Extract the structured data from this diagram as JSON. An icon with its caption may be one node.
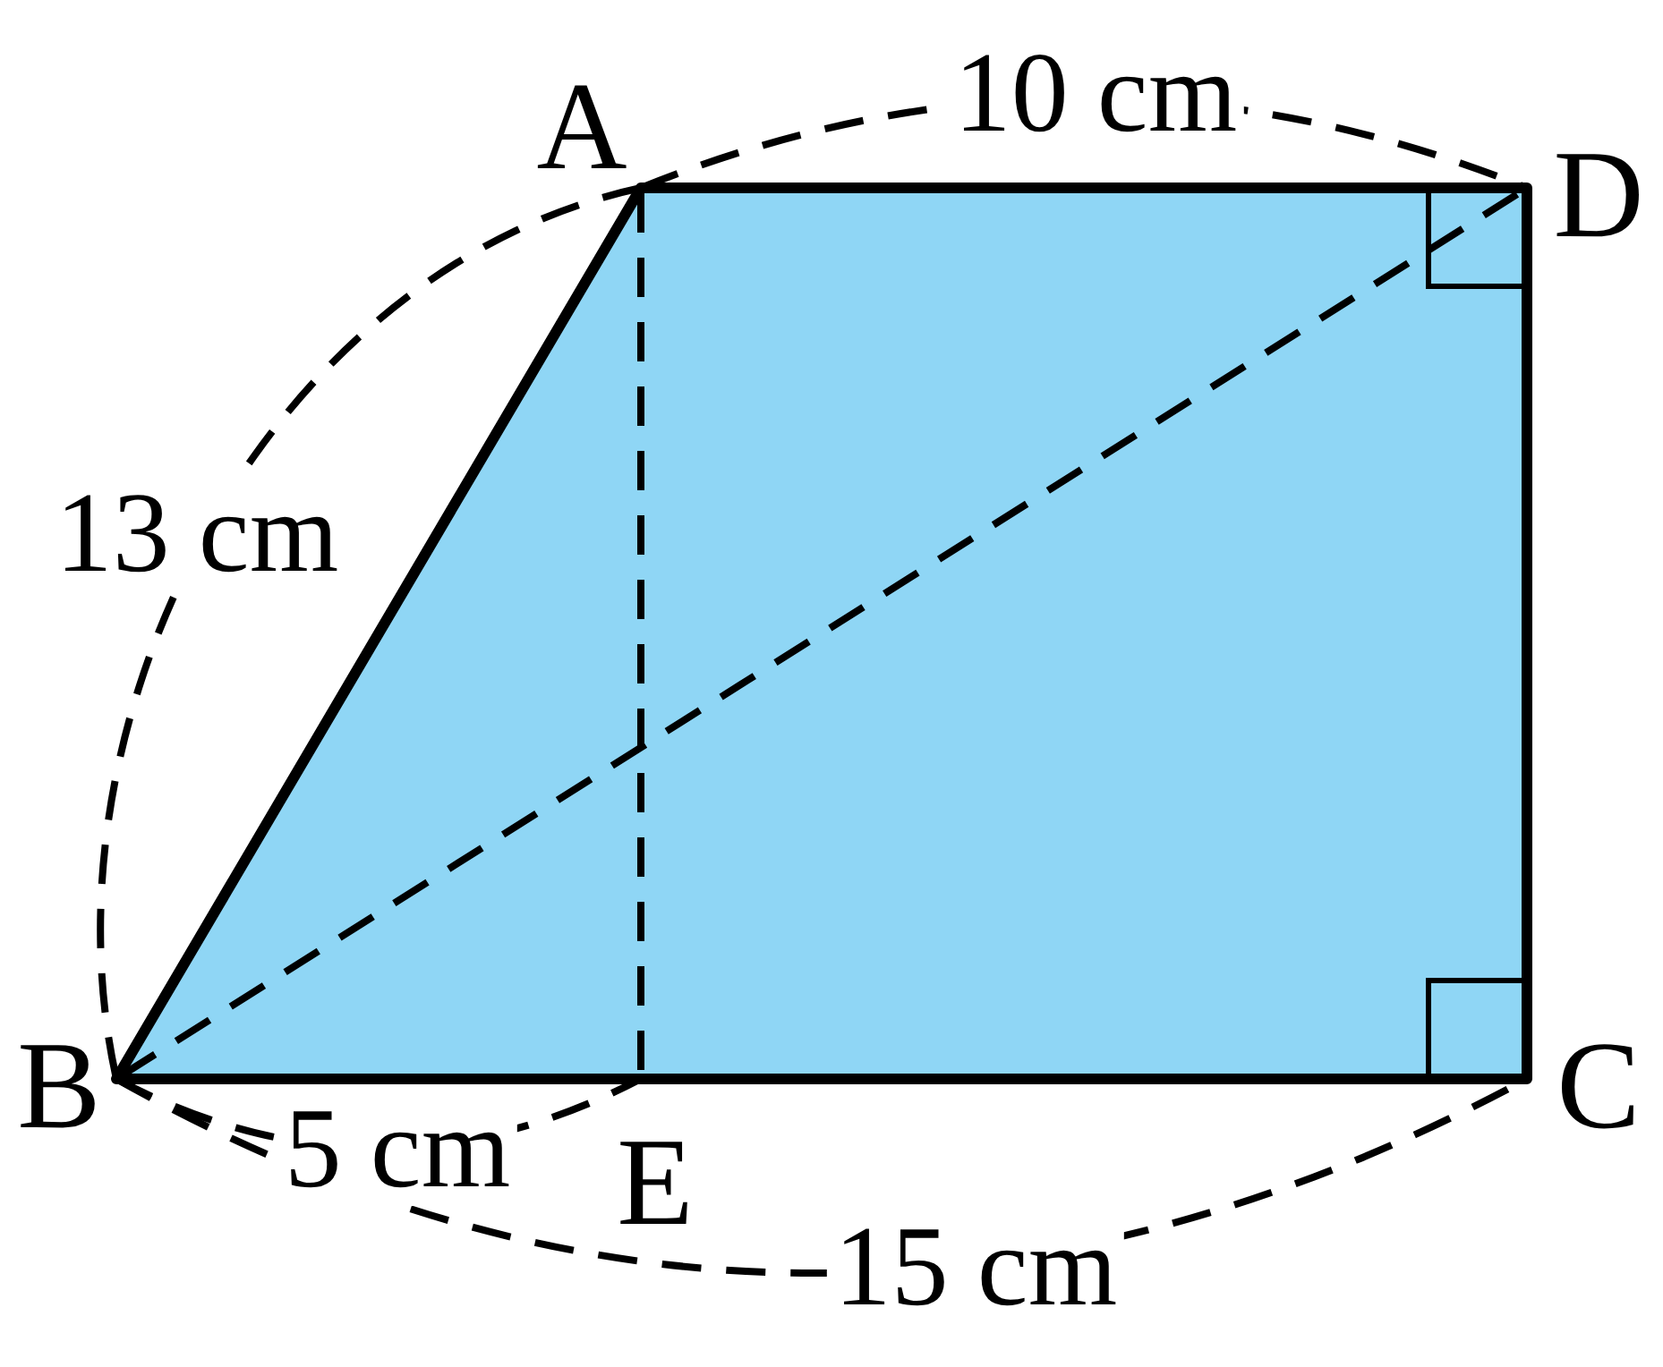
{
  "diagram": {
    "labels": [
      "10 cm",
      "A",
      "D",
      "13 cm",
      "B",
      "C",
      "5 cm",
      "E",
      "15 cm"
    ]
  }
}
